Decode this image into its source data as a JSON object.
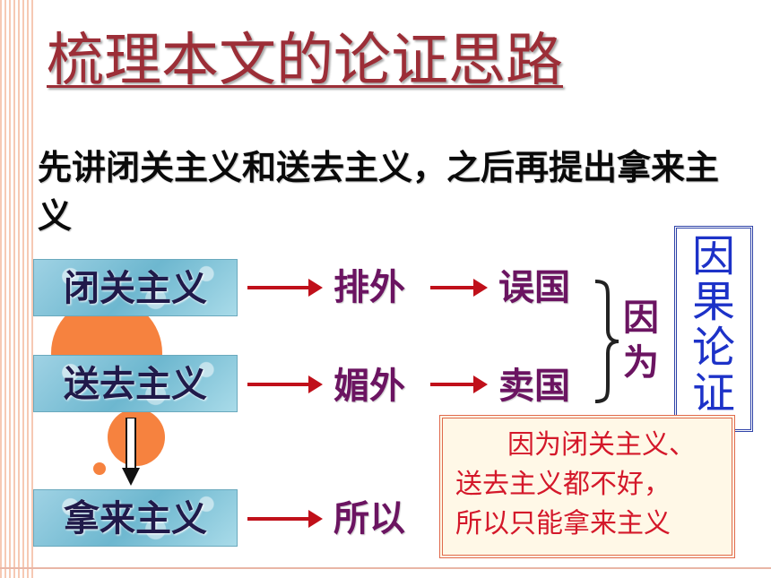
{
  "title": "梳理本文的论证思路",
  "intro": "先讲闭关主义和送去主义，之后再提出拿来主义",
  "boxes": {
    "closed": "闭关主义",
    "send": "送去主义",
    "take": "拿来主义"
  },
  "flow": {
    "row1_mid": "排外",
    "row1_end": "误国",
    "row2_mid": "媚外",
    "row2_end": "卖国",
    "row3_end": "所以"
  },
  "because": "因为",
  "method": [
    "因",
    "果",
    "论",
    "证"
  ],
  "summary": {
    "line1": "因为闭关主义、",
    "line2": "送去主义都不好，",
    "line3": "所以只能拿来主义"
  },
  "colors": {
    "title": "#9c2e37",
    "accent_purple": "#6b1461",
    "arrow_red": "#c0101a",
    "blue": "#1d32c8",
    "summary_red": "#d4182a",
    "box_teal": "#6db7cf",
    "circle_orange": "#f6823f"
  }
}
